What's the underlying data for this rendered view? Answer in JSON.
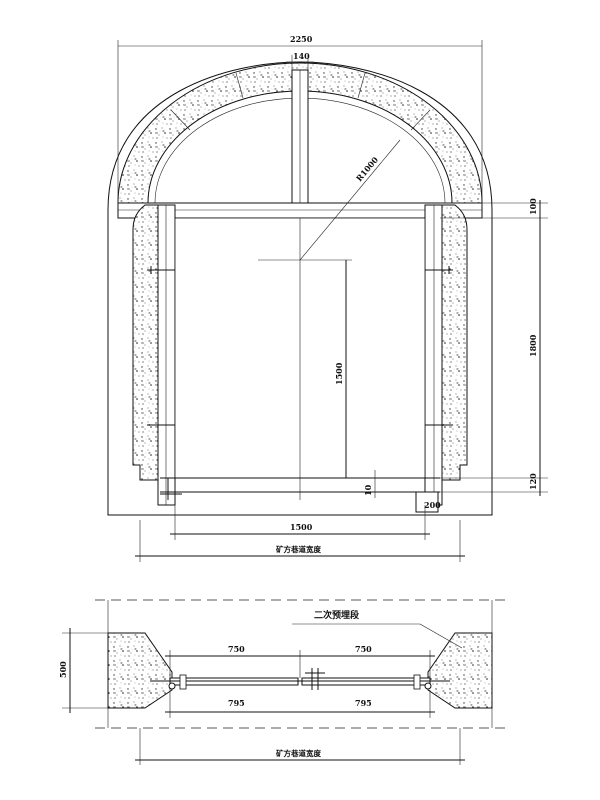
{
  "drawing": {
    "dims": {
      "overall_width": "2250",
      "post_width": "140",
      "radius": "R1000",
      "top_beam": "100",
      "side_height": "1800",
      "inner_height": "1500",
      "base_offset": "10",
      "base_height": "120",
      "footing_width": "200",
      "bottom_span": "1500",
      "door_left": "750",
      "door_right": "750",
      "door_left_outer": "795",
      "door_right_outer": "795",
      "plan_depth": "500"
    },
    "labels": {
      "tunnel_width": "矿方巷道宽度",
      "secondary_embed": "二次预埋段"
    }
  }
}
